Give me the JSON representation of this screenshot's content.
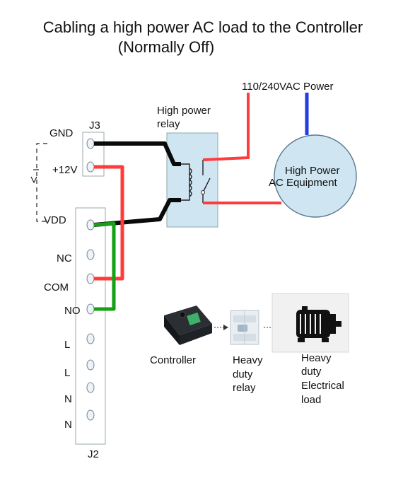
{
  "title": {
    "line1": "Cabling a high power AC load to the Controller",
    "line2": "(Normally Off)"
  },
  "j3": {
    "name": "J3",
    "pins": [
      "GND",
      "+12V"
    ]
  },
  "j2": {
    "name": "J2",
    "pins": [
      "VDD",
      "NC",
      "COM",
      "NO",
      "L",
      "L",
      "N",
      "N"
    ]
  },
  "relay": {
    "label_line1": "High power",
    "label_line2": "relay"
  },
  "power": {
    "label": "110/240VAC Power"
  },
  "equipment": {
    "label_line1": "High Power",
    "label_line2": "AC Equipment"
  },
  "flow": {
    "controller": "Controller",
    "relay_line1": "Heavy",
    "relay_line2": "duty",
    "relay_line3": "relay",
    "load_line1": "Heavy",
    "load_line2": "duty",
    "load_line3": "Electrical",
    "load_line4": "load"
  },
  "colors": {
    "wire_black": "#0a0a0a",
    "wire_red": "#ff3b3b",
    "wire_green": "#16a016",
    "wire_blue": "#1f3fe0",
    "relay_fill": "#cfe6f2",
    "equipment_fill": "#cfe6f2"
  }
}
